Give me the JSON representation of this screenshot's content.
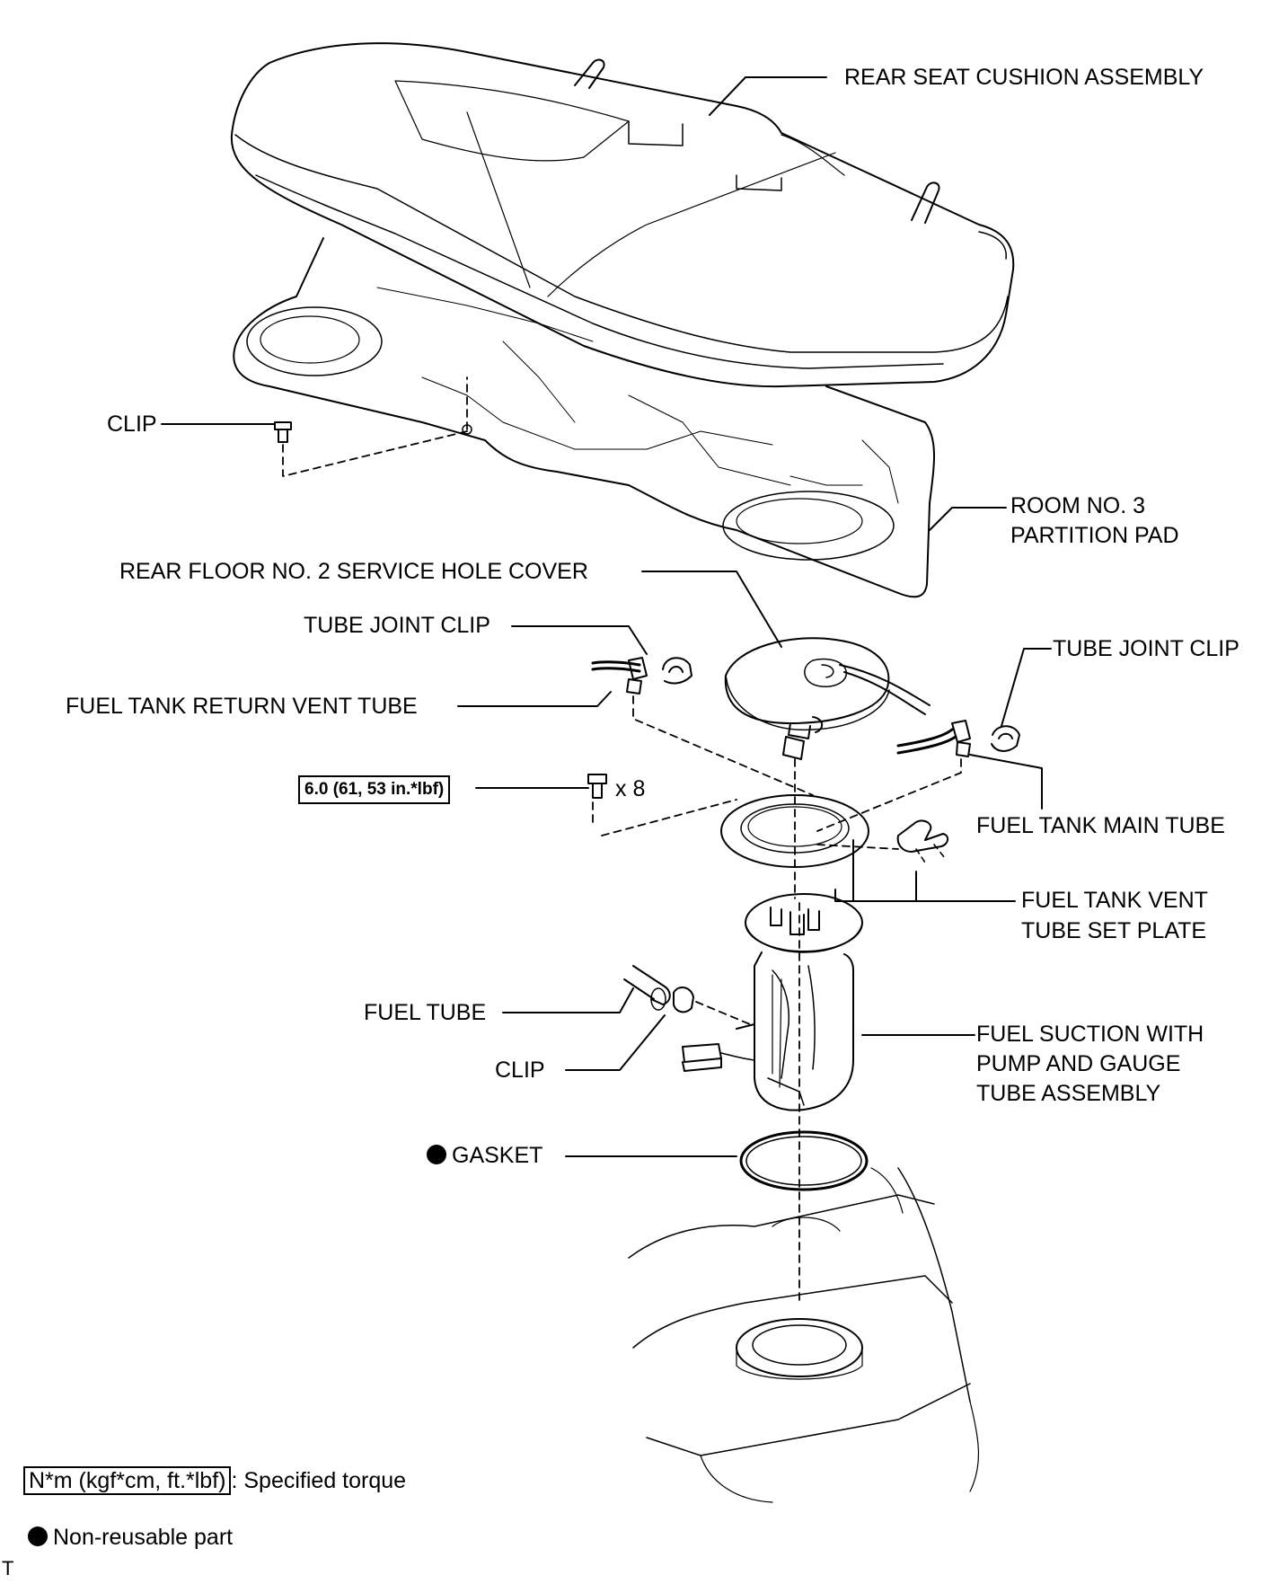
{
  "labels": {
    "rear_seat_cushion": "REAR SEAT CUSHION ASSEMBLY",
    "clip_top": "CLIP",
    "room_partition_1": "ROOM NO. 3",
    "room_partition_2": "PARTITION PAD",
    "service_hole_cover": "REAR FLOOR NO. 2 SERVICE HOLE COVER",
    "tube_joint_clip_left": "TUBE JOINT CLIP",
    "tube_joint_clip_right": "TUBE JOINT CLIP",
    "return_vent_tube": "FUEL TANK RETURN VENT TUBE",
    "torque_value": "6.0 (61, 53 in.*lbf)",
    "bolt_count": "x 8",
    "main_tube": "FUEL TANK MAIN TUBE",
    "vent_set_plate_1": "FUEL TANK VENT",
    "vent_set_plate_2": "TUBE SET PLATE",
    "fuel_tube": "FUEL TUBE",
    "clip_bottom": "CLIP",
    "suction_1": "FUEL SUCTION WITH",
    "suction_2": "PUMP AND GAUGE",
    "suction_3": "TUBE ASSEMBLY",
    "gasket": "GASKET"
  },
  "legend": {
    "torque_unit": "N*m (kgf*cm, ft.*lbf)",
    "torque_desc": ": Specified torque",
    "non_reusable": "Non-reusable part"
  },
  "corner_mark": "T"
}
